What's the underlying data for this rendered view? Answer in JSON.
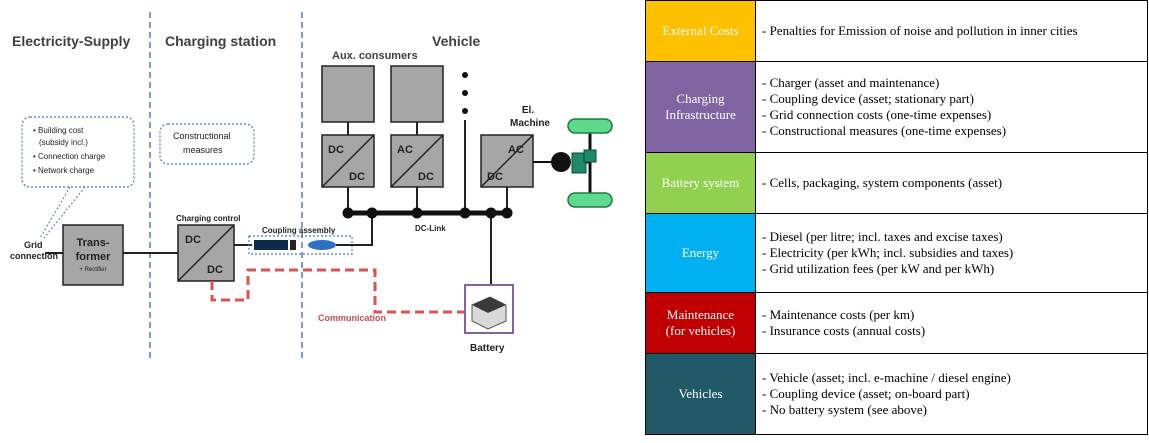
{
  "diagram": {
    "zones": [
      "Electricity-Supply",
      "Charging station",
      "Vehicle"
    ],
    "labels": {
      "aux_consumers": "Aux. consumers",
      "el_machine_line1": "El.",
      "el_machine_line2": "Machine",
      "grid_line1": "Grid",
      "grid_line2": "connection",
      "transformer_line1": "Trans-",
      "transformer_line2": "former",
      "transformer_sub": "+ Rectifier",
      "charging_control": "Charging control",
      "coupling_assembly": "Coupling assembly",
      "dc_link": "DC-Link",
      "communication": "Communication",
      "battery": "Battery",
      "dc": "DC",
      "ac": "AC"
    },
    "supply_notes": [
      "Building cost",
      "(subsidy incl.)",
      "Connection charge",
      "Network charge"
    ],
    "station_notes": [
      "Constructional",
      "measures"
    ]
  },
  "table": {
    "rows": [
      {
        "category": [
          "External Costs"
        ],
        "color": "#FFC000",
        "items": [
          "- Penalties for Emission of noise and pollution in inner cities"
        ]
      },
      {
        "category": [
          "Charging",
          "Infrastructure"
        ],
        "color": "#8064A2",
        "items": [
          "- Charger (asset and maintenance)",
          "- Coupling device (asset; stationary part)",
          "- Grid connection costs (one-time expenses)",
          "- Constructional measures (one-time expenses)"
        ]
      },
      {
        "category": [
          "Battery system"
        ],
        "color": "#92D050",
        "items": [
          "- Cells, packaging, system components (asset)"
        ]
      },
      {
        "category": [
          "Energy"
        ],
        "color": "#00B0F0",
        "items": [
          "- Diesel (per litre; incl. taxes and excise taxes)",
          "- Electricity (per kWh; incl. subsidies and taxes)",
          "- Grid utilization fees (per kW and per kWh)"
        ]
      },
      {
        "category": [
          "Maintenance",
          "(for vehicles)"
        ],
        "color": "#C00000",
        "items": [
          "- Maintenance costs (per km)",
          "- Insurance costs (annual costs)"
        ]
      },
      {
        "category": [
          "Vehicles"
        ],
        "color": "#215968",
        "items": [
          "- Vehicle (asset; incl. e-machine / diesel engine)",
          "- Coupling device (asset; on-board part)",
          "- No battery system (see above)"
        ]
      }
    ]
  }
}
